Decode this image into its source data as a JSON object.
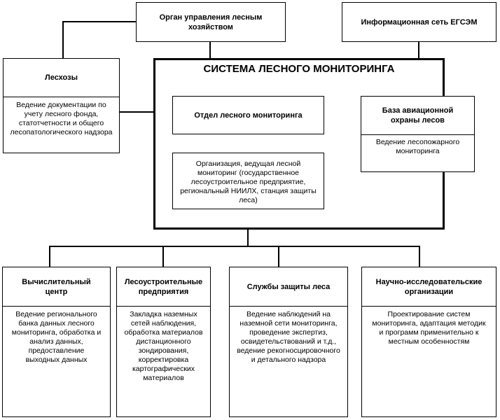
{
  "top": {
    "authority": "Орган управления лесным хозяйством",
    "network": "Информационная сеть ЕГСЭМ"
  },
  "leskhozy": {
    "title": "Лесхозы",
    "body": "Ведение документации по учету лесного фонда, статотчетности и общего лесопатологического надзора"
  },
  "system": {
    "title": "СИСТЕМА ЛЕСНОГО МОНИТОРИНГА",
    "department": "Отдел лесного мониторинга",
    "organization": "Организация, ведущая лесной мониторинг (государственное лесоустроительное предприятие, региональный НИИЛХ, станция защиты леса)",
    "aviation": {
      "title": "База авиационной охраны лесов",
      "body": "Ведение лесопожарного мониторинга"
    }
  },
  "bottom": [
    {
      "title": "Вычислительный центр",
      "body": "Ведение регионального банка данных лесного мониторинга, обработка и анализ данных, предоставление выходных данных"
    },
    {
      "title": "Лесоустроительные предприятия",
      "body": "Закладка наземных сетей наблюдения, обработка материалов дистанционного зондирования, корректировка картографических материалов"
    },
    {
      "title": "Службы защиты леса",
      "body": "Ведение наблюдений на наземной сети мониторинга, проведение экспертиз, освидетельствований и т.д., ведение рекогносцировочного и детального надзора"
    },
    {
      "title": "Научно-исследовательские организации",
      "body": "Проектирование систем мониторинга, адаптация методик и программ применительно к местным особенностям"
    }
  ]
}
